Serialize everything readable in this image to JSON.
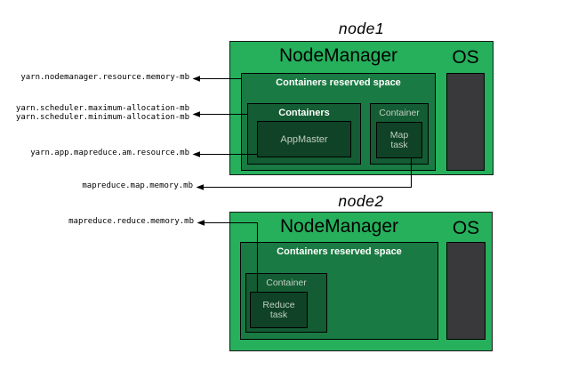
{
  "diagram": {
    "node1": {
      "title": "node1",
      "nodemanager_label": "NodeManager",
      "os_label": "OS",
      "reserved_label": "Containers reserved space",
      "containers_label": "Containers",
      "appmaster_label": "AppMaster",
      "container_label": "Container",
      "map_task_line1": "Map",
      "map_task_line2": "task"
    },
    "node2": {
      "title": "node2",
      "nodemanager_label": "NodeManager",
      "os_label": "OS",
      "reserved_label": "Containers reserved space",
      "container_label": "Container",
      "reduce_task_line1": "Reduce",
      "reduce_task_line2": "task"
    },
    "config_labels": {
      "nm_memory": "yarn.nodemanager.resource.memory-mb",
      "sched_max": "yarn.scheduler.maximum-allocation-mb",
      "sched_min": "yarn.scheduler.minimum-allocation-mb",
      "am_resource": "yarn.app.mapreduce.am.resource.mb",
      "map_memory": "mapreduce.map.memory.mb",
      "reduce_memory": "mapreduce.reduce.memory.mb"
    },
    "colors": {
      "node_bg": "#26b05c",
      "reserved_bg": "#1a7a43",
      "container_bg": "#145c33",
      "task_bg": "#0f4226",
      "os_bg": "#39393b",
      "light_text": "#c2cfc2"
    }
  }
}
